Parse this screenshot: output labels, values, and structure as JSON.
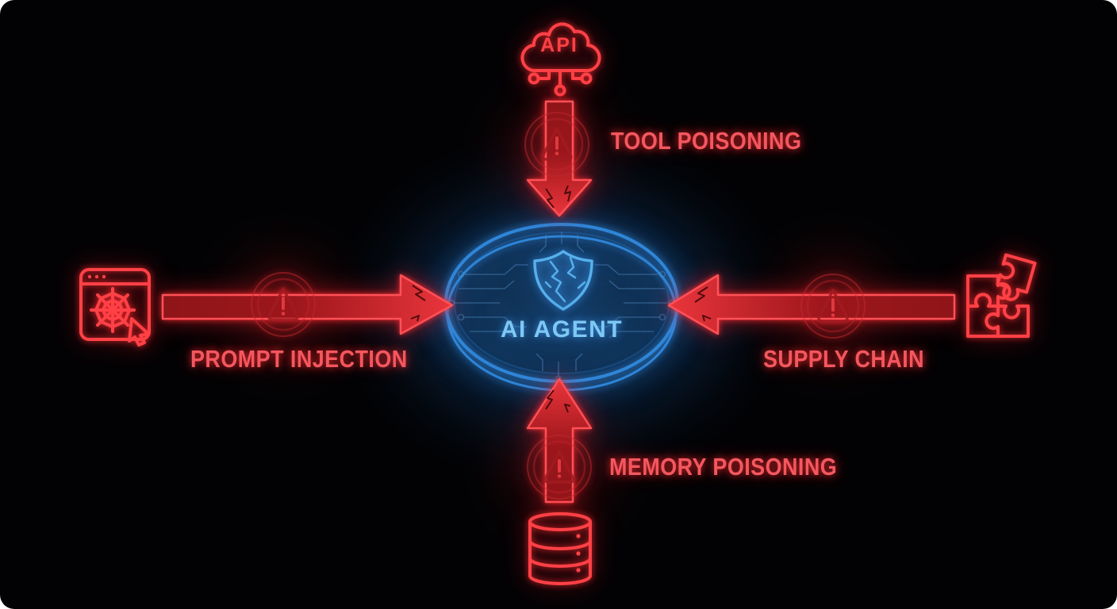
{
  "page": {
    "title": "AI Agent Threats Diagram"
  },
  "center": {
    "label": "AI AGENT",
    "icon": "cracked-shield-icon"
  },
  "threats": [
    {
      "id": "tool-poisoning",
      "label": "TOOL POISONING",
      "direction": "top",
      "source_icon": "api-cloud-icon",
      "source_label": "API"
    },
    {
      "id": "prompt-injection",
      "label": "PROMPT INJECTION",
      "direction": "left",
      "source_icon": "browser-spiderweb-icon"
    },
    {
      "id": "supply-chain",
      "label": "SUPPLY CHAIN",
      "direction": "right",
      "source_icon": "puzzle-pieces-icon"
    },
    {
      "id": "memory-poisoning",
      "label": "MEMORY POISONING",
      "direction": "bottom",
      "source_icon": "database-icon"
    }
  ],
  "colors": {
    "red-neon": "#ff4146",
    "red-text": "#f4575f",
    "blue-neon": "#2f86d8",
    "blue-text": "#7ec8f4",
    "navy-fill": "#0e2038",
    "circuit": "#4f8cc4",
    "canvas-bg": "#020204",
    "page-bg": "#ffffff"
  }
}
